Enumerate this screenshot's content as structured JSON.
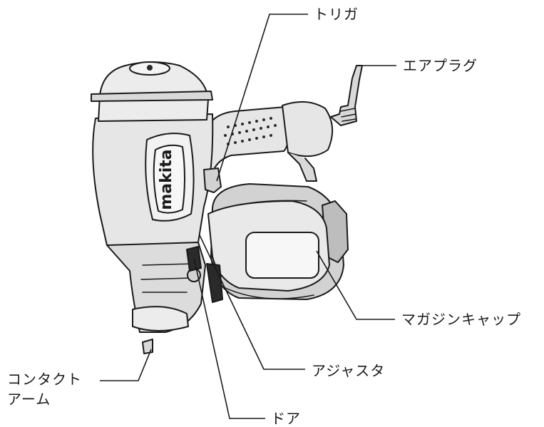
{
  "labels": {
    "trigger": "トリガ",
    "air_plug": "エアプラグ",
    "magazine_cap": "マガジンキャップ",
    "adjuster": "アジャスタ",
    "door": "ドア",
    "contact_arm_line1": "コンタクト",
    "contact_arm_line2": "アーム"
  },
  "logo_text": "makita",
  "colors": {
    "line": "#1a1a1a",
    "body_fill": "#e6e6e6",
    "magazine_fill": "#d2d2d2",
    "dark_part": "#2a2a2a"
  }
}
